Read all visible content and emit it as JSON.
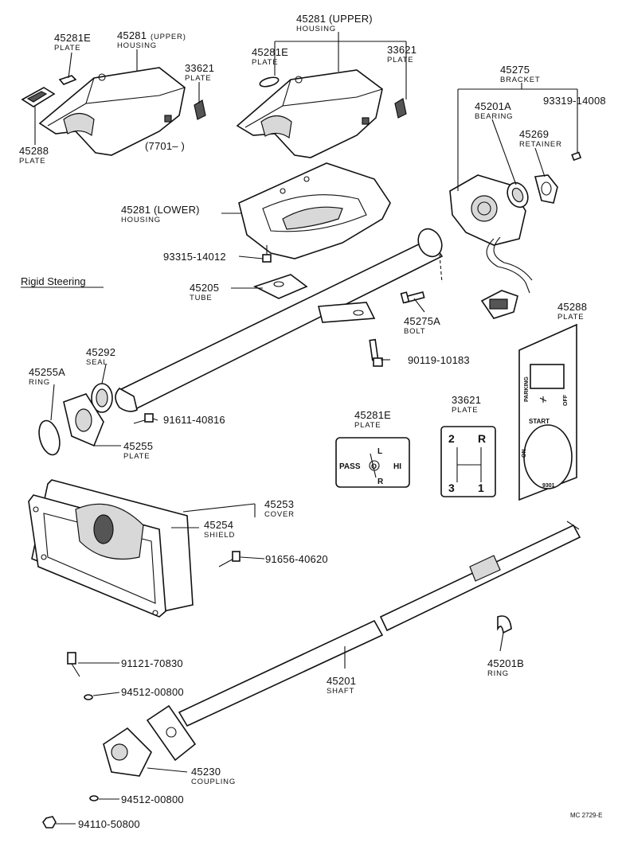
{
  "section_label": "Rigid Steering",
  "note_7701": "(7701–    )",
  "drawing_code": "MC 2729-E",
  "callouts": [
    {
      "id": "c-45281E-a",
      "number": "45281E",
      "desc": "PLATE"
    },
    {
      "id": "c-45281-upper-a",
      "number": "45281",
      "desc_small": "(UPPER)",
      "desc": "HOUSING"
    },
    {
      "id": "c-33621-a",
      "number": "33621",
      "desc": "PLATE"
    },
    {
      "id": "c-45288-a",
      "number": "45288",
      "desc": "PLATE"
    },
    {
      "id": "c-45281-upper-b",
      "number": "45281 (UPPER)",
      "desc": "HOUSING"
    },
    {
      "id": "c-45281E-b",
      "number": "45281E",
      "desc": "PLATE"
    },
    {
      "id": "c-33621-b",
      "number": "33621",
      "desc": "PLATE"
    },
    {
      "id": "c-45275",
      "number": "45275",
      "desc": "BRACKET"
    },
    {
      "id": "c-45201A",
      "number": "45201A",
      "desc": "BEARING"
    },
    {
      "id": "c-93319",
      "number": "93319-14008",
      "desc": ""
    },
    {
      "id": "c-45269",
      "number": "45269",
      "desc": "RETAINER"
    },
    {
      "id": "c-45281-lower",
      "number": "45281 (LOWER)",
      "desc": "HOUSING"
    },
    {
      "id": "c-93315",
      "number": "93315-14012",
      "desc": ""
    },
    {
      "id": "c-45205",
      "number": "45205",
      "desc": "TUBE"
    },
    {
      "id": "c-45275A",
      "number": "45275A",
      "desc": "BOLT"
    },
    {
      "id": "c-45288-b",
      "number": "45288",
      "desc": "PLATE"
    },
    {
      "id": "c-90119",
      "number": "90119-10183",
      "desc": ""
    },
    {
      "id": "c-45292",
      "number": "45292",
      "desc": "SEAL"
    },
    {
      "id": "c-45255A",
      "number": "45255A",
      "desc": "RING"
    },
    {
      "id": "c-91611",
      "number": "91611-40816",
      "desc": ""
    },
    {
      "id": "c-45255",
      "number": "45255",
      "desc": "PLATE"
    },
    {
      "id": "c-45281E-c",
      "number": "45281E",
      "desc": "PLATE"
    },
    {
      "id": "c-33621-c",
      "number": "33621",
      "desc": "PLATE"
    },
    {
      "id": "c-45253",
      "number": "45253",
      "desc": "COVER"
    },
    {
      "id": "c-45254",
      "number": "45254",
      "desc": "SHIELD"
    },
    {
      "id": "c-91656",
      "number": "91656-40620",
      "desc": ""
    },
    {
      "id": "c-91121",
      "number": "91121-70830",
      "desc": ""
    },
    {
      "id": "c-45201",
      "number": "45201",
      "desc": "SHAFT"
    },
    {
      "id": "c-45201B",
      "number": "45201B",
      "desc": "RING"
    },
    {
      "id": "c-94512-a",
      "number": "94512-00800",
      "desc": ""
    },
    {
      "id": "c-45230",
      "number": "45230",
      "desc": "COUPLING"
    },
    {
      "id": "c-94512-b",
      "number": "94512-00800",
      "desc": ""
    },
    {
      "id": "c-94110",
      "number": "94110-50800",
      "desc": ""
    }
  ],
  "plate_45281E": {
    "top": "L",
    "bottom": "R",
    "left": "PASS",
    "right": "HI",
    "center": "O"
  },
  "plate_33621": {
    "tl": "2",
    "tr": "R",
    "bl": "3",
    "br": "1"
  },
  "plate_45288": {
    "side_top": "PARKING",
    "side_left": "ON",
    "label_start": "START",
    "label_off": "OFF",
    "code": "9301"
  },
  "colors": {
    "ink": "#111111",
    "paper": "#ffffff",
    "shade": "#d8d8d8"
  }
}
